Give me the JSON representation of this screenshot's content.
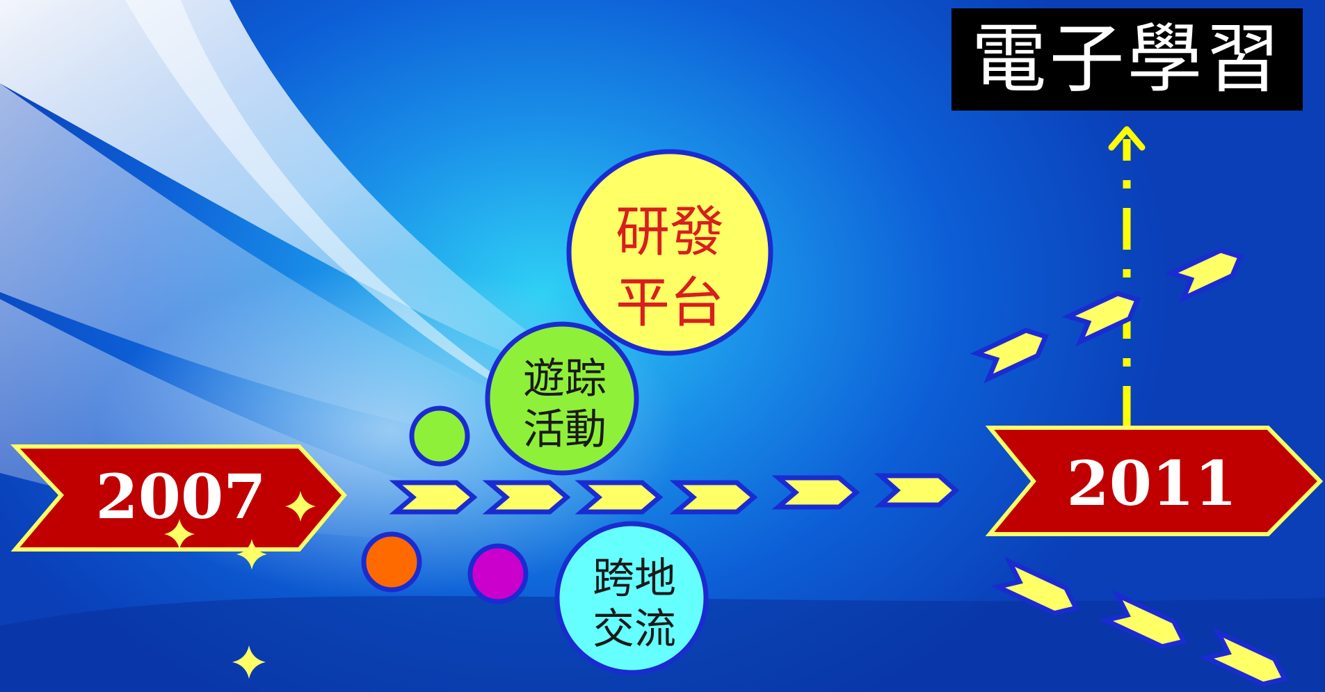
{
  "title": "電子學習",
  "start_year": "2007",
  "end_year": "2011",
  "topics": [
    {
      "line1": "研發",
      "line2": "平台",
      "fill": "#ffff66",
      "text_color": "#d81e1e"
    },
    {
      "line1": "遊踪",
      "line2": "活動",
      "fill": "#8ff03a",
      "text_color": "#1a1a1a"
    },
    {
      "line1": "跨地",
      "line2": "交流",
      "fill": "#66ffff",
      "text_color": "#1a1a1a"
    }
  ],
  "colors": {
    "banner_fill": "#c00000",
    "banner_border": "#ffff66",
    "chevron_fill": "#ffff66",
    "chevron_border": "#1a2bd1",
    "circle_border": "#1a2bd1",
    "dot_green": "#8ff03a",
    "dot_orange": "#ff6a00",
    "dot_purple": "#cc00cc",
    "dashed_arrow": "#ffff00",
    "sparkle": "#ffff66"
  },
  "icons": [
    "sparkle-icon",
    "chevron-arrow-icon",
    "up-arrow-icon"
  ]
}
